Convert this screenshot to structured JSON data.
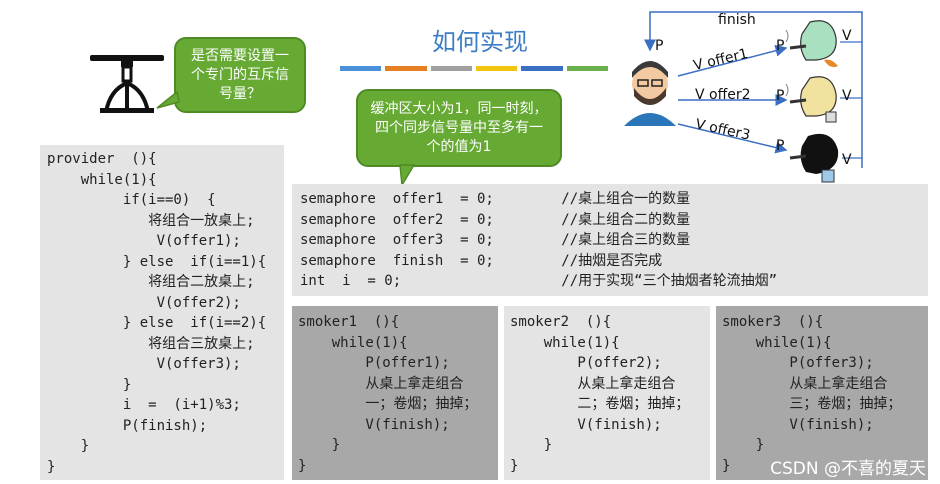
{
  "title": "如何实现",
  "color_bar": [
    "#4a90d9",
    "#e67e22",
    "#a0a0a0",
    "#f1c40f",
    "#3b6fc4",
    "#6ab04c"
  ],
  "bubbles": {
    "mutex_question": "是否需要设置一个专门的互斥信号量？",
    "buffer_note": "缓冲区大小为1，同一时刻，四个同步信号量中至多有一个的值为1"
  },
  "diagram": {
    "finish_label": "finish",
    "p_top": "P",
    "offer1": "V offer1",
    "offer2": "V offer2",
    "offer3": "V offer3",
    "p1": "P",
    "p2": "P",
    "p3": "P",
    "v1": "V",
    "v2": "V",
    "v3": "V"
  },
  "provider_code": [
    "provider  (){",
    "    while(1){",
    "         if(i==0)  {",
    "            将组合一放桌上;",
    "             V(offer1);",
    "         } else  if(i==1){",
    "            将组合二放桌上;",
    "             V(offer2);",
    "         } else  if(i==2){",
    "            将组合三放桌上;",
    "             V(offer3);",
    "         }",
    "         i  =  (i+1)%3;",
    "         P(finish);",
    "    }",
    "}"
  ],
  "semaphores": [
    "semaphore  offer1  = 0;        //桌上组合一的数量",
    "semaphore  offer2  = 0;        //桌上组合二的数量",
    "semaphore  offer3  = 0;        //桌上组合三的数量",
    "semaphore  finish  = 0;        //抽烟是否完成",
    "int  i  = 0;                   //用于实现“三个抽烟者轮流抽烟”"
  ],
  "smoker1_code": [
    "smoker1  (){",
    "    while(1){",
    "        P(offer1);",
    "        从桌上拿走组合",
    "        一；卷烟；抽掉；",
    "        V(finish);",
    "    }",
    "}"
  ],
  "smoker2_code": [
    "smoker2  (){",
    "    while(1){",
    "        P(offer2);",
    "        从桌上拿走组合",
    "        二；卷烟；抽掉；",
    "        V(finish);",
    "    }",
    "}"
  ],
  "smoker3_code": [
    "smoker3  (){",
    "    while(1){",
    "        P(offer3);",
    "        从桌上拿走组合",
    "        三；卷烟；抽掉；",
    "        V(finish);",
    "    }",
    "}"
  ],
  "watermark": "CSDN @不喜的夏天"
}
